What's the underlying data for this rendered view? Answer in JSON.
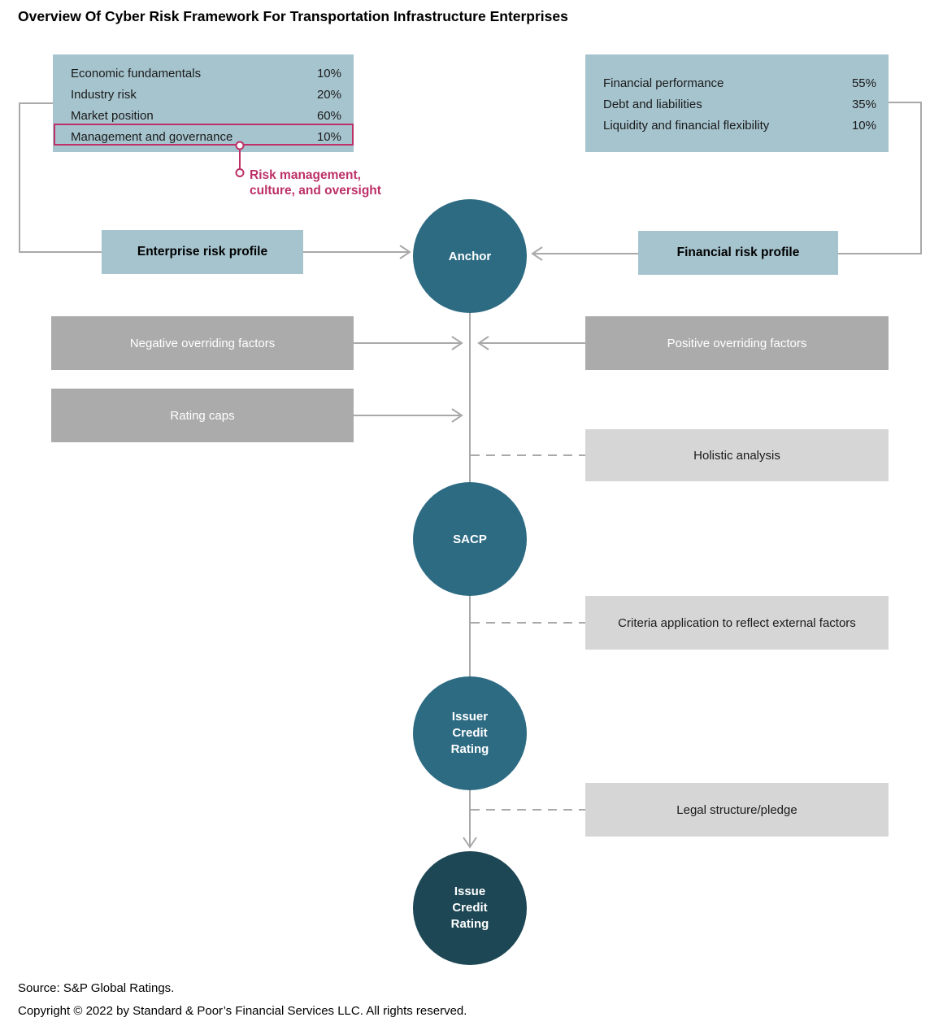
{
  "title": "Overview Of Cyber Risk Framework For Transportation Infrastructure Enterprises",
  "colors": {
    "light_blue": "#a6c4ce",
    "teal": "#2d6b83",
    "dark_teal": "#1d4754",
    "gray_box": "#ababab",
    "light_gray_box": "#d6d6d6",
    "connector": "#a9a9a9",
    "pink": "#bc3067"
  },
  "enterprise_factors": {
    "items": [
      {
        "label": "Economic fundamentals",
        "value": "10%"
      },
      {
        "label": "Industry risk",
        "value": "20%"
      },
      {
        "label": "Market position",
        "value": "60%"
      },
      {
        "label": "Management and governance",
        "value": "10%"
      }
    ]
  },
  "financial_factors": {
    "items": [
      {
        "label": "Financial performance",
        "value": "55%"
      },
      {
        "label": "Debt and liabilities",
        "value": "35%"
      },
      {
        "label": "Liquidity and financial flexibility",
        "value": "10%"
      }
    ]
  },
  "callout": {
    "line1": "Risk management,",
    "line2": "culture, and oversight"
  },
  "profiles": {
    "enterprise": "Enterprise risk profile",
    "financial": "Financial risk profile"
  },
  "modifiers": {
    "negative": "Negative overriding factors",
    "rating_caps": "Rating caps",
    "positive": "Positive overriding factors",
    "holistic": "Holistic analysis",
    "criteria": "Criteria application to reflect external factors",
    "legal": "Legal structure/pledge"
  },
  "nodes": {
    "anchor": "Anchor",
    "sacp": "SACP",
    "issuer": "Issuer\nCredit\nRating",
    "issue": "Issue\nCredit\nRating"
  },
  "footer": {
    "source": "Source: S&P Global Ratings.",
    "copyright": "Copyright © 2022 by Standard & Poor’s Financial Services LLC. All rights reserved."
  }
}
